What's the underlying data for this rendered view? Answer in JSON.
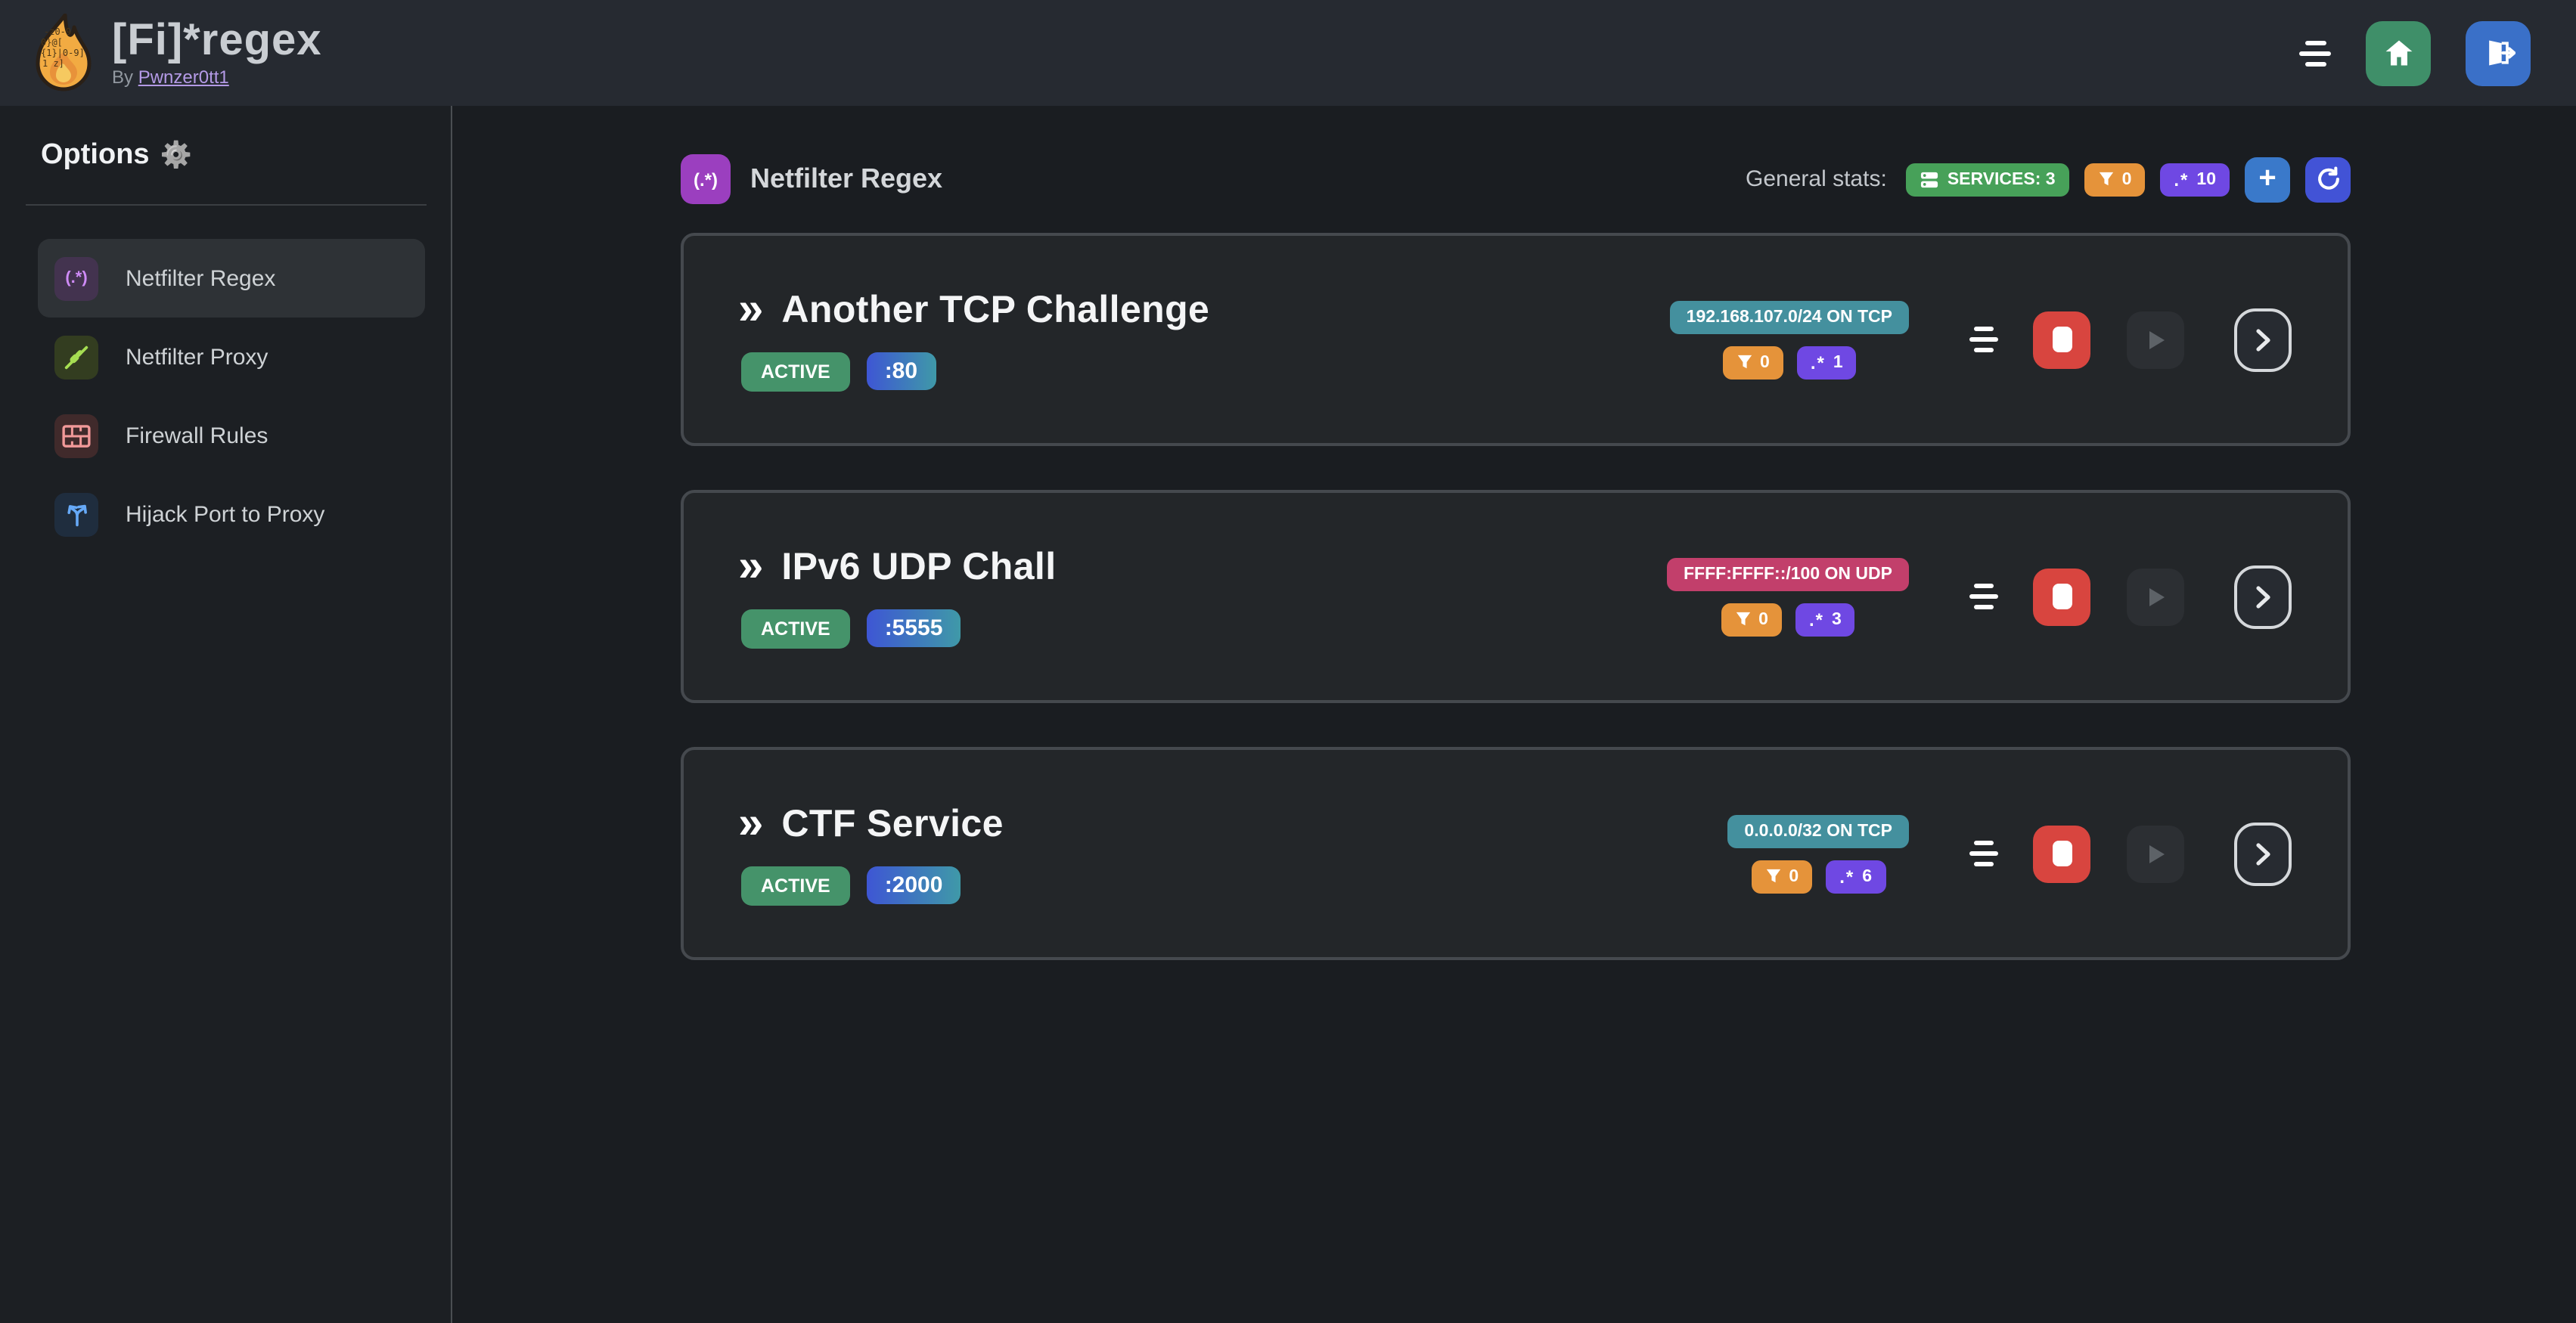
{
  "header": {
    "app_title": "[Fi]*regex",
    "byline_prefix": "By",
    "author": "Pwnzer0tt1"
  },
  "sidebar": {
    "heading": "Options",
    "gear_emoji": "⚙️",
    "items": [
      {
        "label": "Netfilter Regex",
        "icon": "regex-icon",
        "icon_text": "(.*)"
      },
      {
        "label": "Netfilter Proxy",
        "icon": "proxy-icon"
      },
      {
        "label": "Firewall Rules",
        "icon": "firewall-icon"
      },
      {
        "label": "Hijack Port to Proxy",
        "icon": "hijack-icon"
      }
    ]
  },
  "main": {
    "section_title": "Netfilter Regex",
    "section_icon_text": "(.*)",
    "chevrons": "»",
    "regex_glyph": ".*",
    "stats_label": "General stats:",
    "stats": {
      "services": "SERVICES: 3",
      "filters": "0",
      "regexes": "10"
    },
    "toolbar": {
      "plus_label": "+"
    },
    "services": [
      {
        "name": "Another TCP Challenge",
        "status": "ACTIVE",
        "port": ":80",
        "target": "192.168.107.0/24 ON TCP",
        "filters": "0",
        "regexes": "1"
      },
      {
        "name": "IPv6 UDP Chall",
        "status": "ACTIVE",
        "port": ":5555",
        "target": "FFFF:FFFF::/100 ON UDP",
        "filters": "0",
        "regexes": "3"
      },
      {
        "name": "CTF Service",
        "status": "ACTIVE",
        "port": ":2000",
        "target": "0.0.0.0/32 ON TCP",
        "filters": "0",
        "regexes": "6"
      }
    ]
  },
  "colors": {
    "accent_purple": "#9b3fbf",
    "badge_green": "#47a159",
    "badge_orange": "#e5933a",
    "badge_purple": "#6f48e3",
    "badge_teal": "#44909e",
    "badge_pink": "#c23f6b",
    "status_green": "#45936a",
    "stop_red": "#d8453f",
    "home_green": "#3f8f69",
    "logout_blue": "#3a70c8"
  }
}
